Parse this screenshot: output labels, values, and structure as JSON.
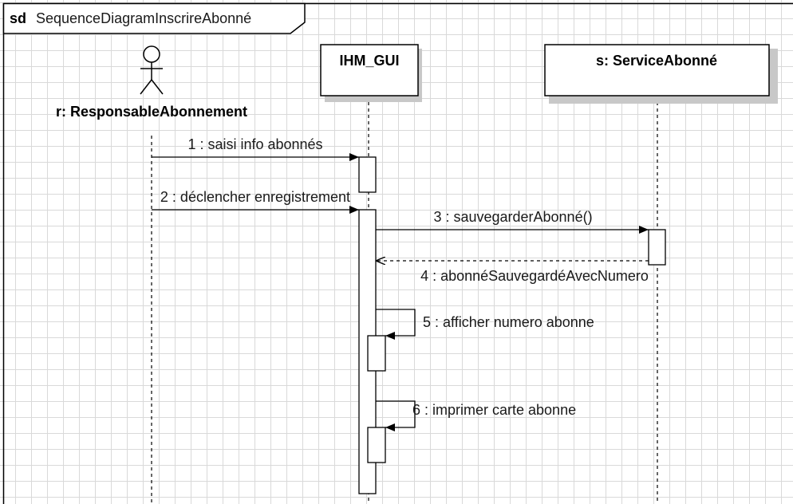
{
  "frame": {
    "keyword": "sd",
    "name": "SequenceDiagramInscrireAbonné"
  },
  "participants": {
    "actor": {
      "label": "r: ResponsableAbonnement"
    },
    "gui": {
      "label": "IHM_GUI"
    },
    "service": {
      "label": "s: ServiceAbonné"
    }
  },
  "messages": [
    {
      "label": "1 : saisi info abonnés",
      "kind": "sync"
    },
    {
      "label": "2 : déclencher enregistrement",
      "kind": "sync"
    },
    {
      "label": "3 : sauvegarderAbonné()",
      "kind": "sync"
    },
    {
      "label": "4 : abonnéSauvegardéAvecNumero",
      "kind": "reply"
    },
    {
      "label": "5 : afficher numero abonne",
      "kind": "self"
    },
    {
      "label": "6 : imprimer carte abonne",
      "kind": "self"
    }
  ],
  "colors": {
    "stroke": "#000000",
    "grid": "#d9d9d9",
    "shadow": "#c8c8c8",
    "fill": "#ffffff"
  }
}
